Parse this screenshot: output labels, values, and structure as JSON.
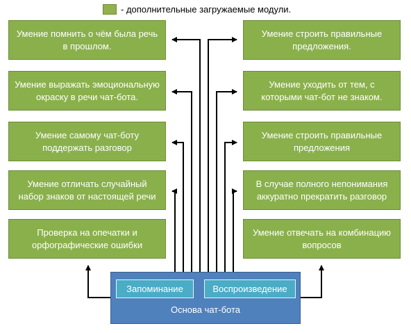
{
  "legend": {
    "swatch_color": "#92b14e",
    "text": "- дополнительные загружаемые модули."
  },
  "modules_left": [
    "Умение помнить о чём была речь в прошлом.",
    "Умение выражать эмоциональную окраску в речи чат-бота.",
    "Умение самому чат-боту поддержать разговор",
    "Умение отличать случайный набор знаков от настоящей речи",
    "Проверка на опечатки и орфографические ошибки"
  ],
  "modules_right": [
    "Умение строить правильные предложения.",
    "Умение уходить от тем, с которыми чат-бот не знаком.",
    "Умение строить правильные предложения",
    "В случае полного непонимания аккуратно прекратить разговор",
    "Умение отвечать на комбинацию вопросов"
  ],
  "base": {
    "label": "Основа чат-бота",
    "memory": "Запоминание",
    "playback": "Воспроизведение"
  },
  "colors": {
    "module_fill": "#8ab04c",
    "base_fill": "#4f81bd",
    "sub_fill": "#4bacc6"
  }
}
